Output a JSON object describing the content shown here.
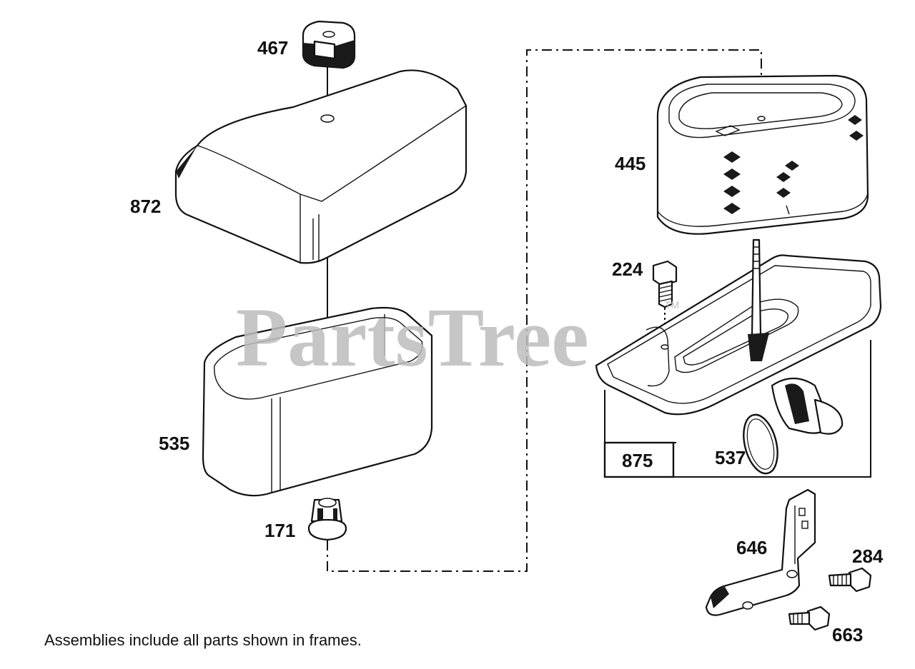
{
  "watermark": {
    "text": "PartsTree",
    "trademark": "TM"
  },
  "parts": [
    {
      "id": "467",
      "name": "knob"
    },
    {
      "id": "872",
      "name": "cover"
    },
    {
      "id": "535",
      "name": "pre-cleaner"
    },
    {
      "id": "171",
      "name": "nut"
    },
    {
      "id": "445",
      "name": "air-filter-cartridge"
    },
    {
      "id": "224",
      "name": "screw"
    },
    {
      "id": "875",
      "name": "base-assembly-frame"
    },
    {
      "id": "537",
      "name": "seal"
    },
    {
      "id": "646",
      "name": "bracket"
    },
    {
      "id": "284",
      "name": "screw"
    },
    {
      "id": "663",
      "name": "screw"
    }
  ],
  "labels": {
    "p467": "467",
    "p872": "872",
    "p535": "535",
    "p171": "171",
    "p445": "445",
    "p224": "224",
    "p875": "875",
    "p537": "537",
    "p646": "646",
    "p284": "284",
    "p663": "663"
  },
  "footer_note": "Assemblies include all parts shown in frames."
}
